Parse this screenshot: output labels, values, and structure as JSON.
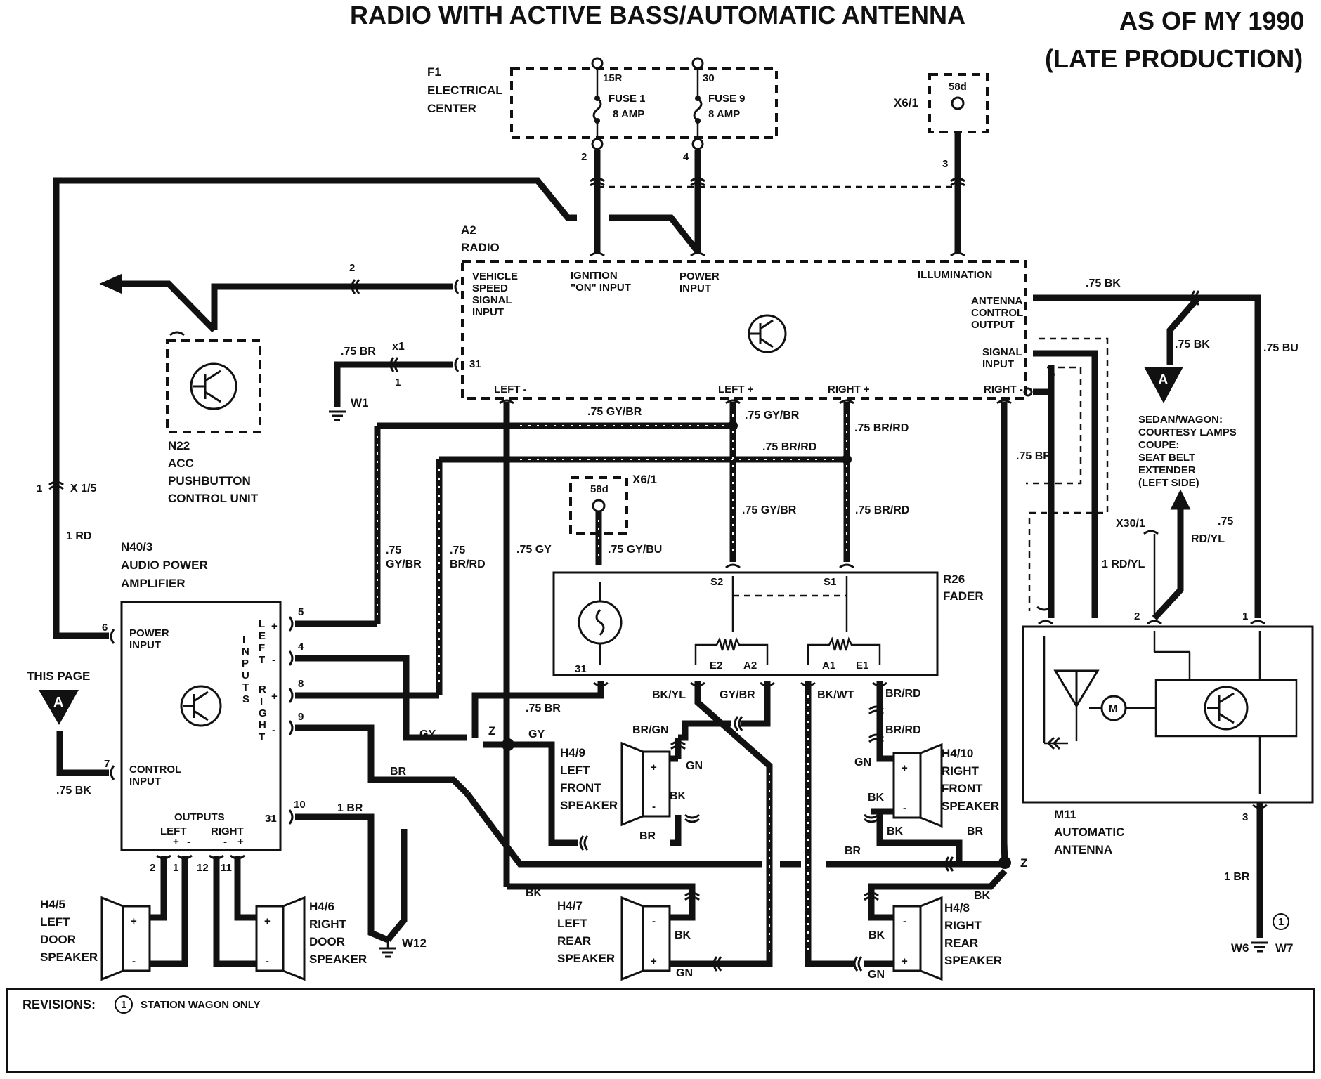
{
  "title": {
    "main": "RADIO WITH ACTIVE BASS/AUTOMATIC ANTENNA",
    "model_year": "AS OF MY 1990",
    "production": "(LATE PRODUCTION)"
  },
  "components": {
    "f1": {
      "id": "F1",
      "line1": "ELECTRICAL",
      "line2": "CENTER"
    },
    "fuse1": {
      "terminal": "15R",
      "name": "FUSE 1",
      "rating": "8 AMP"
    },
    "fuse9": {
      "terminal": "30",
      "name": "FUSE 9",
      "rating": "8 AMP"
    },
    "x61_top": {
      "id": "X6/1",
      "terminal": "58d"
    },
    "a2": {
      "id": "A2",
      "name": "RADIO",
      "vss": [
        "VEHICLE",
        "SPEED",
        "SIGNAL",
        "INPUT"
      ],
      "ignition": [
        "IGNITION",
        "\"ON\" INPUT"
      ],
      "power": [
        "POWER",
        "INPUT"
      ],
      "illumination": "ILLUMINATION",
      "antenna_ctrl": [
        "ANTENNA",
        "CONTROL",
        "OUTPUT"
      ],
      "signal_input": [
        "SIGNAL",
        "INPUT"
      ],
      "pin31": "31",
      "left_minus": "LEFT -",
      "left_plus": "LEFT +",
      "right_plus": "RIGHT +",
      "right_minus": "RIGHT -"
    },
    "n22": {
      "id": "N22",
      "line1": "ACC",
      "line2": "PUSHBUTTON",
      "line3": "CONTROL UNIT"
    },
    "n403": {
      "id": "N40/3",
      "line1": "AUDIO POWER",
      "line2": "AMPLIFIER",
      "power_input": [
        "POWER",
        "INPUT"
      ],
      "control_input": [
        "CONTROL",
        "INPUT"
      ],
      "outputs": "OUTPUTS",
      "out_left": "LEFT",
      "out_right": "RIGHT",
      "inputs_vertical": "INPUTS",
      "left_vertical": "LEFT",
      "right_vertical": "RIGHT",
      "pin31": "31"
    },
    "r26": {
      "id": "R26",
      "name": "FADER",
      "s1": "S1",
      "s2": "S2",
      "e1": "E1",
      "e2": "E2",
      "a1": "A1",
      "a2": "A2",
      "pin31": "31"
    },
    "x61_mid": {
      "id": "X6/1",
      "terminal": "58d"
    },
    "m11": {
      "id": "M11",
      "line1": "AUTOMATIC",
      "line2": "ANTENNA",
      "motor": "M"
    },
    "x301": {
      "id": "X30/1"
    },
    "x1": {
      "id": "x1"
    },
    "x15": {
      "id": "X 1/5"
    },
    "h45": {
      "id": "H4/5",
      "lines": [
        "LEFT",
        "DOOR",
        "SPEAKER"
      ]
    },
    "h46": {
      "id": "H4/6",
      "lines": [
        "RIGHT",
        "DOOR",
        "SPEAKER"
      ]
    },
    "h47": {
      "id": "H4/7",
      "lines": [
        "LEFT",
        "REAR",
        "SPEAKER"
      ]
    },
    "h48": {
      "id": "H4/8",
      "lines": [
        "RIGHT",
        "REAR",
        "SPEAKER"
      ]
    },
    "h49": {
      "id": "H4/9",
      "lines": [
        "LEFT",
        "FRONT",
        "SPEAKER"
      ]
    },
    "h410": {
      "id": "H4/10",
      "lines": [
        "RIGHT",
        "FRONT",
        "SPEAKER"
      ]
    }
  },
  "grounds": {
    "w1": "W1",
    "w12": "W12",
    "w6": "W6",
    "w7": "W7"
  },
  "refs": {
    "this_page": "THIS PAGE",
    "arrow_letter": "A",
    "splice": "Z",
    "courtesy": [
      "SEDAN/WAGON:",
      "COURTESY LAMPS",
      "COUPE:",
      "SEAT BELT",
      "EXTENDER",
      "(LEFT SIDE)"
    ]
  },
  "wire_labels": {
    "bk075": ".75 BK",
    "bu075": ".75 BU",
    "br075": ".75 BR",
    "gy075": ".75 GY",
    "gybr075": ".75 GY/BR",
    "brrd075": ".75 BR/RD",
    "gybu075": ".75 GY/BU",
    "rdyl075a": ".75",
    "rdyl075b": "RD/YL",
    "rd1": "1 RD",
    "rdyl1": "1 RD/YL",
    "br1": "1 BR",
    "gybr_a": ".75",
    "gybr_b": "GY/BR",
    "brrd_a": ".75",
    "brrd_b": "BR/RD",
    "gy": "GY",
    "br": "BR",
    "bk": "BK",
    "gn": "GN",
    "brgn": "BR/GN",
    "bkyl": "BK/YL",
    "gybr": "GY/BR",
    "bkwt": "BK/WT",
    "brrd": "BR/RD"
  },
  "pins": {
    "p1": "1",
    "p2": "2",
    "p3": "3",
    "p4": "4",
    "p5": "5",
    "p6": "6",
    "p7": "7",
    "p8": "8",
    "p9": "9",
    "p10": "10",
    "p11": "11",
    "p12": "12",
    "p31": "31"
  },
  "revisions": {
    "label": "REVISIONS:",
    "note_number": "1",
    "note_text": "STATION WAGON ONLY"
  }
}
